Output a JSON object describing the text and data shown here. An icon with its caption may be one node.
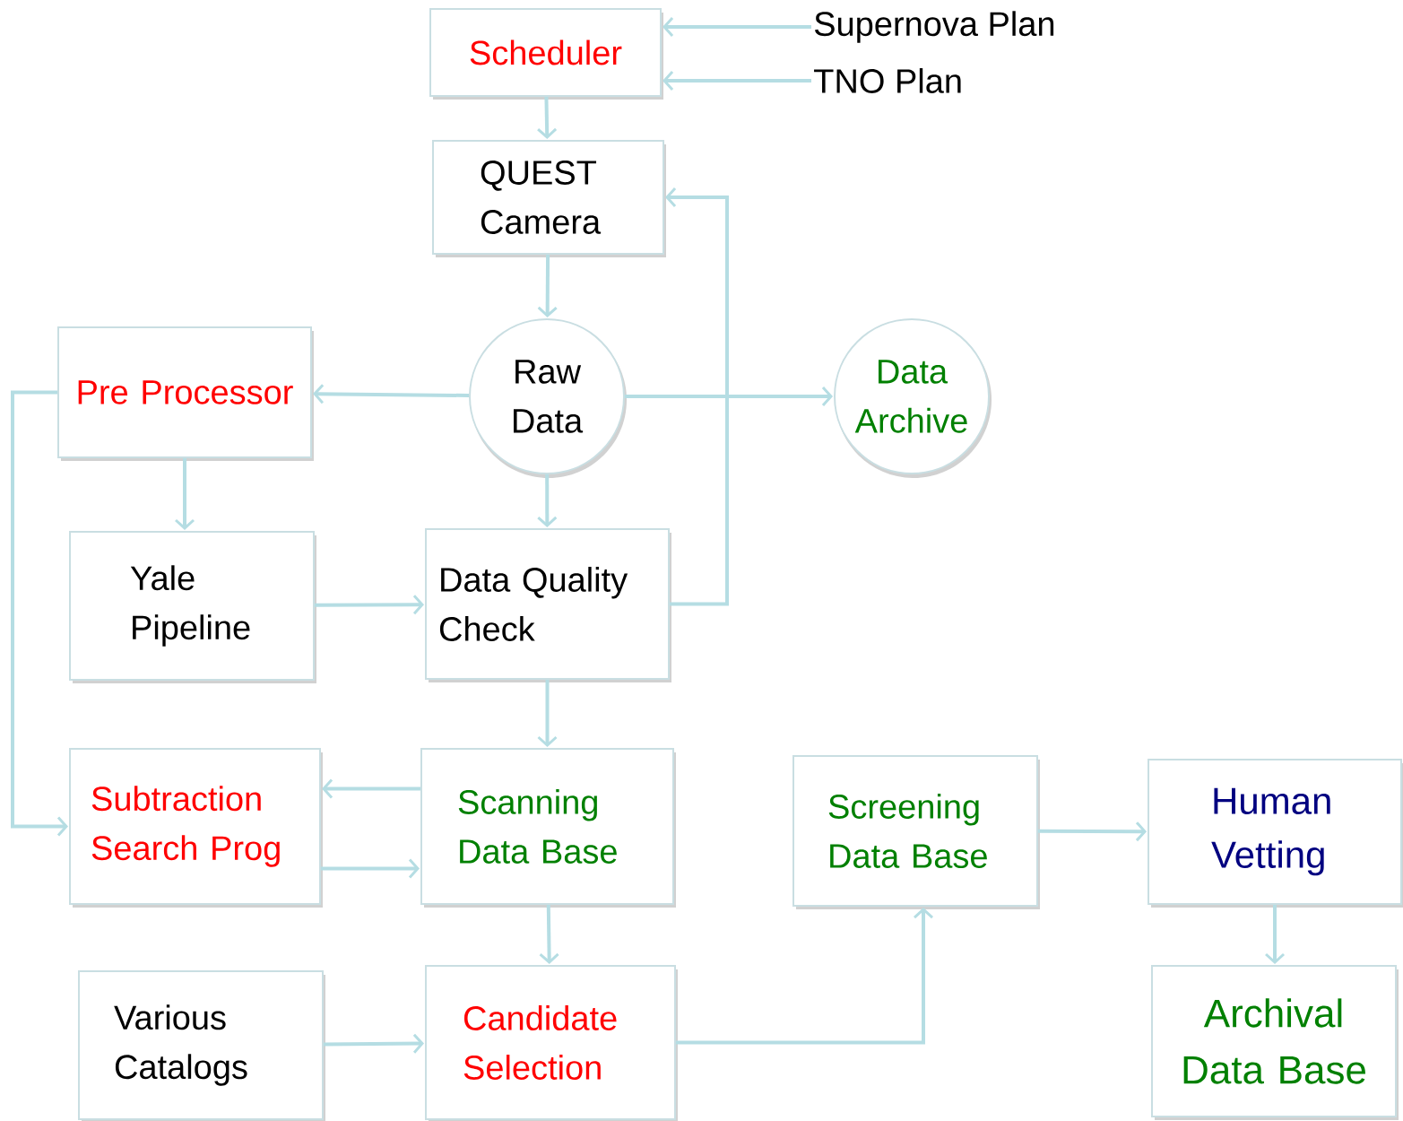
{
  "diagram": {
    "nodes": [
      {
        "text": [
          "Supernova Plan"
        ]
      },
      {
        "text": [
          "TNO Plan"
        ]
      },
      {
        "text": [
          "Scheduler"
        ]
      },
      {
        "text": [
          "QUEST Camera"
        ]
      },
      {
        "text": [
          "Raw Data"
        ]
      },
      {
        "text": [
          "Pre Processor"
        ]
      },
      {
        "text": [
          "Data Archive"
        ]
      },
      {
        "text": [
          "Yale Pipeline"
        ]
      },
      {
        "text": [
          "Data Quality Check"
        ]
      },
      {
        "text": [
          "Subtraction Search Prog"
        ]
      },
      {
        "text": [
          "Scanning Data Base"
        ]
      },
      {
        "text": [
          "Screening Data Base"
        ]
      },
      {
        "text": [
          "Human Vetting"
        ]
      },
      {
        "text": [
          "Various Catalogs"
        ]
      },
      {
        "text": [
          "Candidate Selection"
        ]
      },
      {
        "text": [
          "Archival Data Base"
        ]
      }
    ],
    "edges": [
      {
        "from": 0,
        "to": 2,
        "arrow": "to"
      },
      {
        "from": 1,
        "to": 2,
        "arrow": "to"
      },
      {
        "from": 2,
        "to": 3,
        "arrow": "to"
      },
      {
        "from": 3,
        "to": 4,
        "arrow": "to"
      },
      {
        "from": 4,
        "to": 5,
        "arrow": "to"
      },
      {
        "from": 4,
        "to": 6,
        "arrow": "to"
      },
      {
        "from": 4,
        "to": 8,
        "arrow": "to"
      },
      {
        "from": 5,
        "to": 7,
        "arrow": "to"
      },
      {
        "from": 7,
        "to": 8,
        "arrow": "to"
      },
      {
        "from": 8,
        "to": 3,
        "arrow": "to"
      },
      {
        "from": 5,
        "to": 9,
        "arrow": "to"
      },
      {
        "from": 10,
        "to": 9,
        "arrow": "to"
      },
      {
        "from": 9,
        "to": 10,
        "arrow": "to"
      },
      {
        "from": 8,
        "to": 10,
        "arrow": "to"
      },
      {
        "from": 10,
        "to": 14,
        "arrow": "to"
      },
      {
        "from": 13,
        "to": 14,
        "arrow": "to"
      },
      {
        "from": 14,
        "to": 11,
        "arrow": "to"
      },
      {
        "from": 11,
        "to": 12,
        "arrow": "to"
      },
      {
        "from": 12,
        "to": 15,
        "arrow": "to"
      }
    ]
  }
}
